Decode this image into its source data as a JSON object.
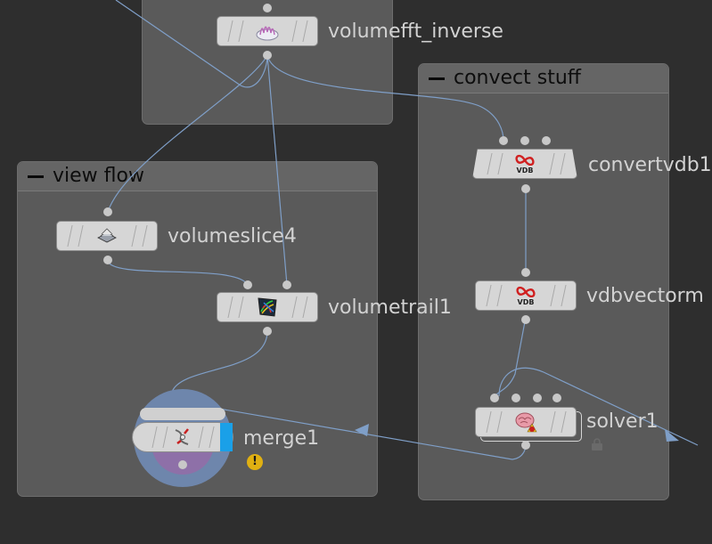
{
  "network_boxes": {
    "convect": {
      "title": "convect stuff"
    },
    "view_flow": {
      "title": "view flow"
    }
  },
  "nodes": {
    "volumefft_inverse": {
      "label": "volumefft_inverse",
      "icon": "volume-fft-icon"
    },
    "convertvdb": {
      "label": "convertvdb1",
      "icon_text": "VDB",
      "icon": "vdb-icon"
    },
    "vdbvector": {
      "label": "vdbvectorm",
      "icon_text": "VDB",
      "icon": "vdb-icon"
    },
    "solver": {
      "label": "solver1",
      "icon": "solver-brain-icon"
    },
    "volumeslice": {
      "label": "volumeslice4",
      "icon": "volume-slice-icon"
    },
    "volumetrail": {
      "label": "volumetrail1",
      "icon": "volume-trail-icon"
    },
    "merge": {
      "label": "merge1",
      "icon": "merge-icon",
      "warning_text": "!"
    }
  },
  "colors": {
    "background": "#2e2e2e",
    "box_fill": "#5a5a5a",
    "wire": "#7f9fc8",
    "selection_blue": "#1aa0e8",
    "merge_ring": "#6e86ac",
    "warning": "#e0b012"
  }
}
